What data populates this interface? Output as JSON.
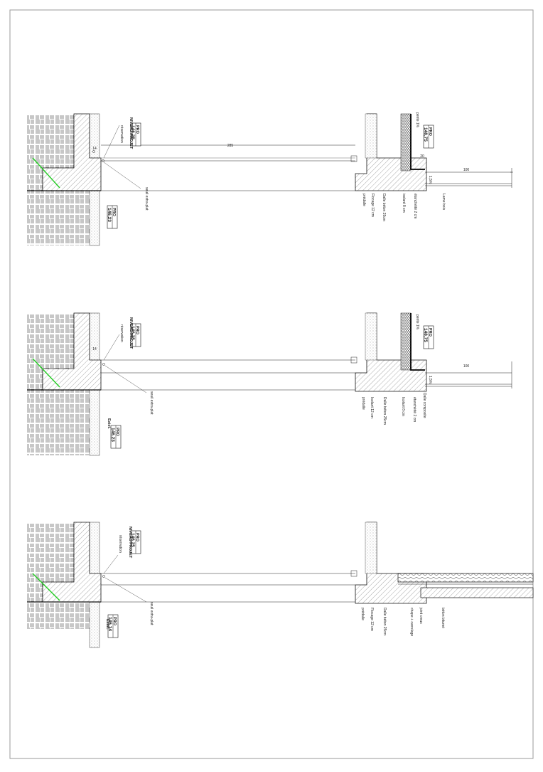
{
  "sections": [
    {
      "id": "section-1",
      "level_top": {
        "code": "PRO",
        "value": "146,25",
        "side": "NIVEAU PROJET"
      },
      "level_bottom": {
        "code": "PRO",
        "value": "146,23",
        "side": ""
      },
      "level_right": {
        "code": "PRO",
        "value": "148,75",
        "side": "pente 1%"
      },
      "dims": {
        "span": "285",
        "offset": "14",
        "step": "20",
        "overhang": "100"
      },
      "slope": "1,5%",
      "labels_left": [
        "réservation",
        "seuil extra-plat"
      ],
      "labels_right": [
        "prédalle",
        "Flocage 12 cm",
        "Dalle béton 25cm",
        "isolant 8 cm",
        "étanchéité 2 cm",
        "Lame bois"
      ]
    },
    {
      "id": "section-2",
      "level_top": {
        "code": "PRO",
        "value": "146,25",
        "side": "NIVEAU PROJET"
      },
      "level_bottom": {
        "code": "PRO",
        "value": "146,23",
        "side": "Exist."
      },
      "level_right": {
        "code": "PRO",
        "value": "148,75",
        "side": "pente 1%"
      },
      "dims": {
        "offset": "14",
        "overhang": "100"
      },
      "slope": "1,5%",
      "labels_left": [
        "réservation",
        "seuil extra-plat"
      ],
      "labels_right": [
        "prédalle",
        "Isolant 12 cm",
        "Dalle béton 25cm",
        "Isolant 8 cm",
        "étanchéité 2 cm",
        "Dalle composite"
      ]
    },
    {
      "id": "section-3",
      "level_top": {
        "code": "PRO",
        "value": "146,25",
        "side": "NIVEAU PROJET"
      },
      "level_bottom": {
        "code": "PRO",
        "value": "146,14",
        "side": "Exist."
      },
      "labels_left": [
        "réservation",
        "seuil extra-plat"
      ],
      "labels_right": [
        "prédalle",
        "Flocage 12 cm",
        "Dalle béton 25cm",
        "chape + carrelage",
        "joint creux",
        "béton bitumé"
      ]
    }
  ],
  "colors": {
    "line": "#1a1a1a",
    "hatch": "#555555",
    "accent": "#22cc22",
    "border": "#9a9a9a"
  }
}
